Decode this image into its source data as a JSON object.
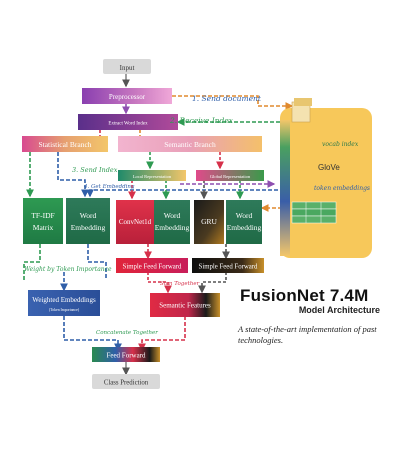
{
  "nodes": {
    "input": "Input",
    "preprocessor": "Preprocessor",
    "extract_word_index": "Extract Word Index",
    "statistical_branch": "Statistical Branch",
    "semantic_branch": "Semantic Branch",
    "local_representation": "Local Representation",
    "global_representation": "Global Representation",
    "glove": "GloVe",
    "tfidf_line1": "TF-IDF",
    "tfidf_line2": "Matrix",
    "word_embedding_line1": "Word",
    "word_embedding_line2": "Embedding",
    "convnet": "ConvNet1d",
    "gru": "GRU",
    "simple_feed_forward": "Simple Feed Forward",
    "semantic_features": "Semantic Features",
    "weighted_embeddings": "Weighted Embeddings",
    "weighted_embeddings_sub": "(Token Importance)",
    "feed_forward": "Feed Forward",
    "class_prediction": "Class Prediction"
  },
  "annotations": {
    "send_document": "1. Send document",
    "receive_index": "2. Receive Index",
    "send_index": "3. Send Index",
    "get_embedding": "4. Get Embedding",
    "vocab_index": "vocab index",
    "token_embeddings": "token embeddings",
    "weight_by_token_importance": "Weight by Token Importance",
    "sum_together": "Sum Together",
    "concatenate_together": "Concatenate Together"
  },
  "title": {
    "name": "FusionNet 7.4M",
    "subtitle": "Model Architecture",
    "description": "A state-of-the-art implementation of past technologies."
  },
  "colors": {
    "glove_yellow": "#f7c85a",
    "green": "#2e9a52",
    "blue": "#2f5ea8",
    "red": "#d6304a",
    "purple": "#8e4fb0",
    "orange": "#e08a2e",
    "teal": "#1e8a7a",
    "gray": "#d9d9d9"
  }
}
